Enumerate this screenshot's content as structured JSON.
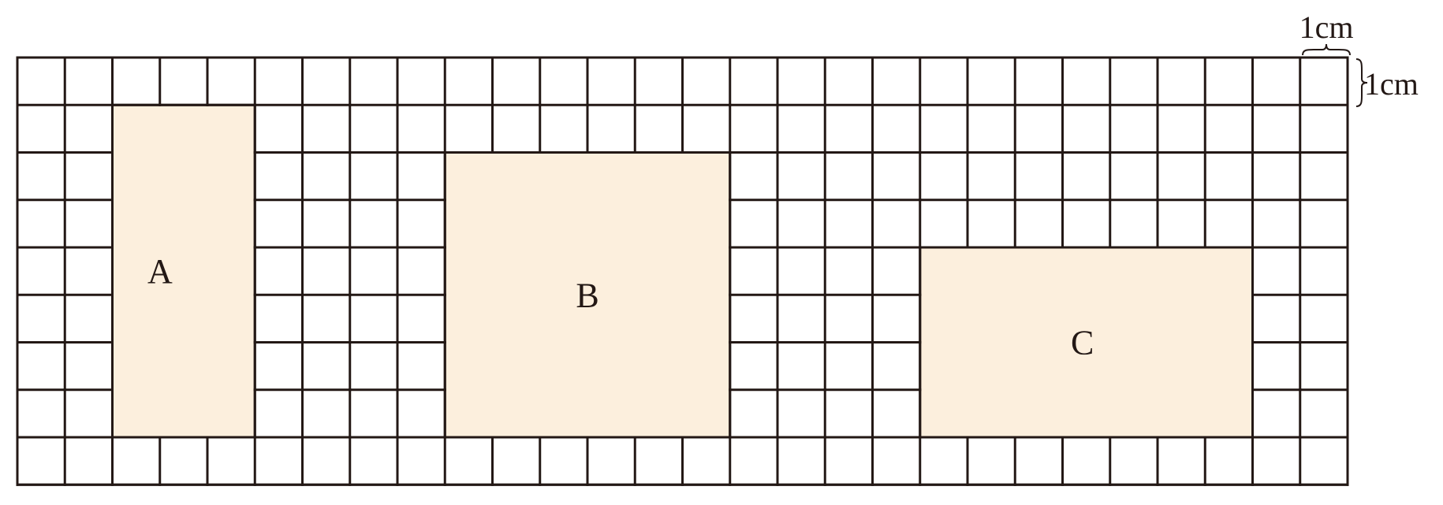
{
  "grid": {
    "columns": 28,
    "rows": 9,
    "line_color": "#231815",
    "background": "#ffffff"
  },
  "shapes": [
    {
      "label": "A",
      "col": 2,
      "row": 1,
      "width": 3,
      "height": 7
    },
    {
      "label": "B",
      "col": 9,
      "row": 2,
      "width": 6,
      "height": 6
    },
    {
      "label": "C",
      "col": 19,
      "row": 4,
      "width": 7,
      "height": 4
    }
  ],
  "fill_color": "#fcefdd",
  "scale": {
    "horizontal": "1cm",
    "vertical": "1cm"
  }
}
